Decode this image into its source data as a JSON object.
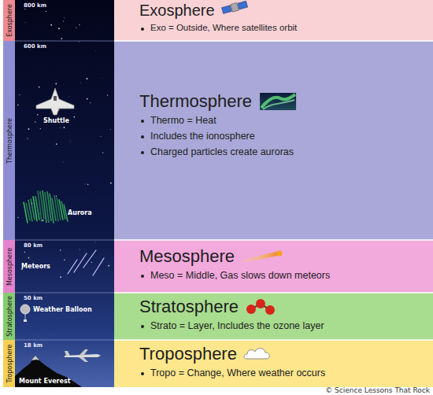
{
  "diagram": {
    "nodes": [
      {
        "text": [
          "Exosphere",
          "Exo = Outside, Where satellites orbit"
        ]
      },
      {
        "text": [
          "Thermosphere",
          "Thermo = Heat",
          "Includes the ionosphere",
          "Charged particles create auroras"
        ]
      },
      {
        "text": [
          "Mesosphere",
          "Meso = Middle, Gas slows down meteors"
        ]
      },
      {
        "text": [
          "Stratosphere",
          "Strato = Layer, Includes the ozone layer"
        ]
      },
      {
        "text": [
          "Troposphere",
          "Tropo = Change, Where weather occurs"
        ]
      }
    ],
    "labels": [
      "Exosphere",
      "Thermosphere",
      "Mesosphere",
      "Stratosphere",
      "Troposphere",
      "800 km",
      "600 km",
      "80 km",
      "50 km",
      "18 km",
      "Shuttle",
      "Aurora",
      "Meteors",
      "Weather Balloon",
      "Mount Everest",
      "© Science Lessons That Rock"
    ]
  }
}
